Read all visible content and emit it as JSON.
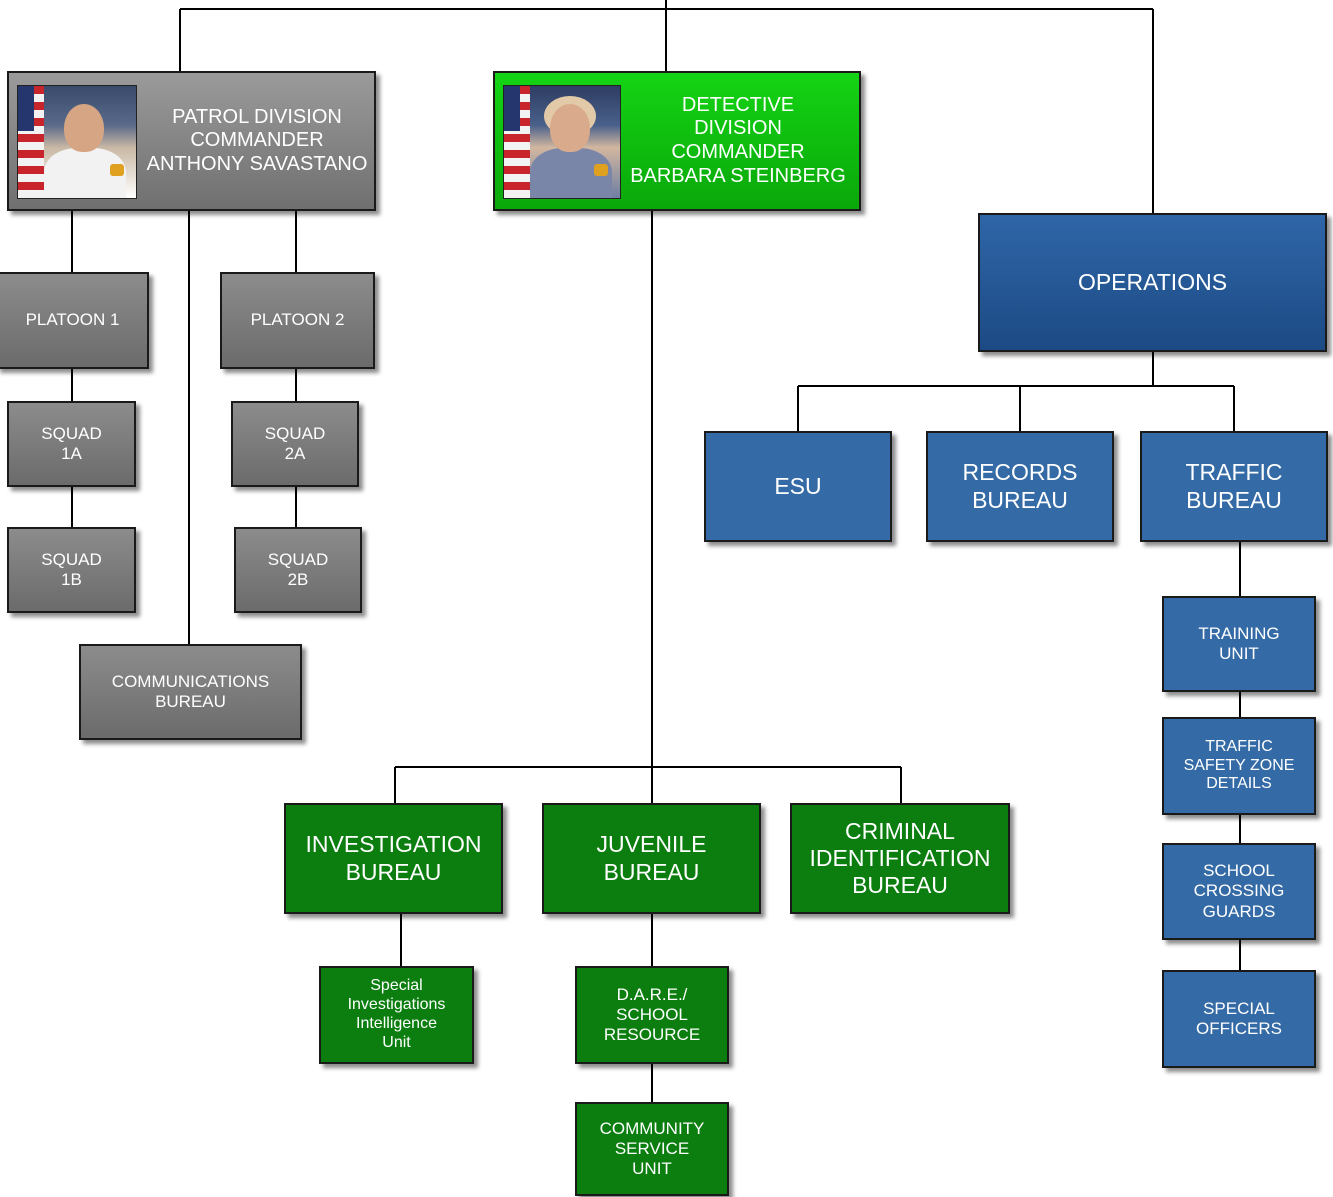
{
  "patrol": {
    "title": "PATROL DIVISION\nCOMMANDER\nANTHONY SAVASTANO",
    "photo_alt": "Commander Anthony Savastano portrait"
  },
  "detective": {
    "title": "DETECTIVE\nDIVISION\nCOMMANDER\nBARBARA STEINBERG",
    "photo_alt": "Commander Barbara Steinberg portrait"
  },
  "operations": {
    "title": "OPERATIONS"
  },
  "patrol_units": {
    "platoon1": "PLATOON 1",
    "platoon2": "PLATOON 2",
    "squad1a": "SQUAD\n1A",
    "squad1b": "SQUAD\n1B",
    "squad2a": "SQUAD\n2A",
    "squad2b": "SQUAD\n2B",
    "communications": "COMMUNICATIONS\nBUREAU"
  },
  "detective_units": {
    "investigation": "INVESTIGATION\nBUREAU",
    "juvenile": "JUVENILE\nBUREAU",
    "criminal_id": "CRIMINAL\nIDENTIFICATION\nBUREAU",
    "special_investigations": "Special\nInvestigations\nIntelligence\nUnit",
    "dare": "D.A.R.E./\nSCHOOL\nRESOURCE",
    "community_service": "COMMUNITY\nSERVICE\nUNIT"
  },
  "operations_units": {
    "esu": "ESU",
    "records": "RECORDS\nBUREAU",
    "traffic": "TRAFFIC\nBUREAU",
    "training": "TRAINING\nUNIT",
    "traffic_safety": "TRAFFIC\nSAFETY ZONE\nDETAILS",
    "crossing_guards": "SCHOOL\nCROSSING\nGUARDS",
    "special_officers": "SPECIAL\nOFFICERS"
  },
  "colors": {
    "patrol": "#7a7a7a",
    "detective_head": "#10c010",
    "detective": "#0b7e0f",
    "operations": "#346aa5",
    "connector": "#000000"
  }
}
